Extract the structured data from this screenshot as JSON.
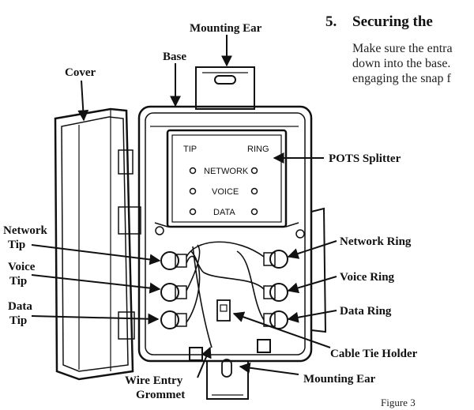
{
  "heading": {
    "number": "5.",
    "title": "Securing the"
  },
  "body_lines": [
    "Make sure the entra",
    "down into the base.",
    "engaging the snap f"
  ],
  "panel": {
    "tip": "TIP",
    "ring": "RING",
    "rows": [
      "NETWORK",
      "VOICE",
      "DATA"
    ]
  },
  "labels": {
    "mounting_ear_top": "Mounting Ear",
    "base": "Base",
    "cover": "Cover",
    "pots_splitter": "POTS Splitter",
    "network_tip_1": "Network",
    "network_tip_2": "Tip",
    "voice_tip_1": "Voice",
    "voice_tip_2": "Tip",
    "data_tip_1": "Data",
    "data_tip_2": "Tip",
    "network_ring": "Network Ring",
    "voice_ring": "Voice Ring",
    "data_ring": "Data Ring",
    "cable_tie_holder": "Cable Tie Holder",
    "wire_entry_1": "Wire Entry",
    "wire_entry_2": "Grommet",
    "mounting_ear_bottom": "Mounting Ear"
  },
  "caption": "Figure 3"
}
